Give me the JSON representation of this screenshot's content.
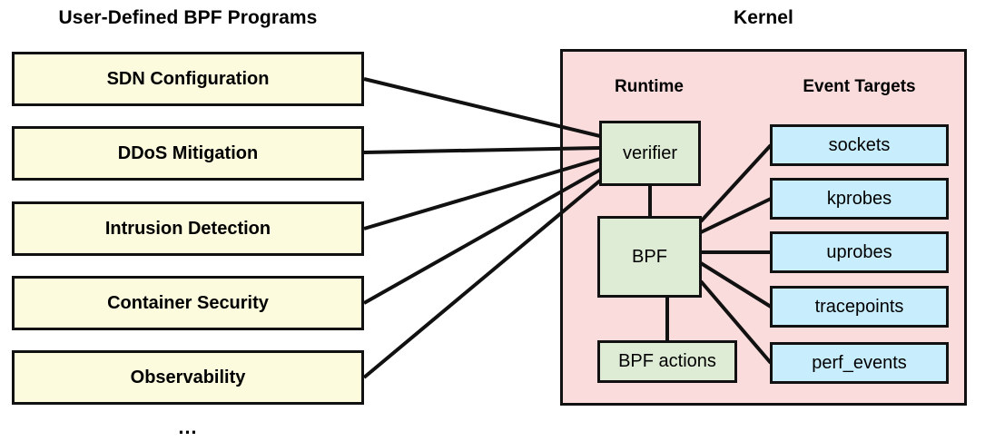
{
  "diagram": {
    "title_left": "User-Defined BPF Programs",
    "title_right": "Kernel",
    "column_runtime": "Runtime",
    "column_events": "Event Targets",
    "ellipsis": "…",
    "colors": {
      "program_fill": "#FCFBDD",
      "kernel_fill": "#FBDCDC",
      "runtime_fill": "#DEEBD5",
      "target_fill": "#C8EEFD",
      "stroke": "#111111",
      "background": "#FFFFFF"
    },
    "programs": [
      {
        "label": "SDN Configuration"
      },
      {
        "label": "DDoS Mitigation"
      },
      {
        "label": "Intrusion Detection"
      },
      {
        "label": "Container Security"
      },
      {
        "label": "Observability"
      }
    ],
    "runtime_nodes": [
      {
        "label": "verifier"
      },
      {
        "label": "BPF"
      },
      {
        "label": "BPF actions"
      }
    ],
    "event_targets": [
      {
        "label": "sockets"
      },
      {
        "label": "kprobes"
      },
      {
        "label": "uprobes"
      },
      {
        "label": "tracepoints"
      },
      {
        "label": "perf_events"
      }
    ],
    "connections": [
      {
        "from": "SDN Configuration",
        "to": "verifier"
      },
      {
        "from": "DDoS Mitigation",
        "to": "verifier"
      },
      {
        "from": "Intrusion Detection",
        "to": "verifier"
      },
      {
        "from": "Container Security",
        "to": "verifier"
      },
      {
        "from": "Observability",
        "to": "verifier"
      },
      {
        "from": "verifier",
        "to": "BPF"
      },
      {
        "from": "BPF",
        "to": "BPF actions"
      },
      {
        "from": "BPF",
        "to": "sockets"
      },
      {
        "from": "BPF",
        "to": "kprobes"
      },
      {
        "from": "BPF",
        "to": "uprobes"
      },
      {
        "from": "BPF",
        "to": "tracepoints"
      },
      {
        "from": "BPF",
        "to": "perf_events"
      }
    ]
  }
}
